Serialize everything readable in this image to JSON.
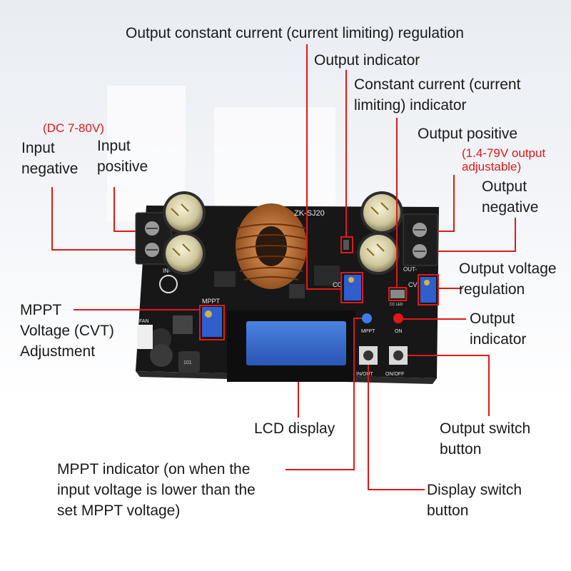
{
  "colors": {
    "callout_line": "#e01818",
    "board": "#171717",
    "lcd": "#2f63c9",
    "accent_red": "#e01818"
  },
  "board": {
    "silkscreen_model": "ZK-SJ20",
    "silk_mppt": "MPPT",
    "silk_in": "IN-",
    "silk_fan": "FAN",
    "silk_cc": "CC",
    "silk_cv": "CV",
    "silk_out": "OUT-",
    "silk_cc_led": "CC LED",
    "silk_btn_mppt": "MPPT",
    "silk_btn_on": "ON",
    "silk_in_out": "IN/OUT",
    "silk_on_off": "ON/OFF"
  },
  "labels": {
    "output_cc_regulation": "Output constant current (current limiting) regulation",
    "output_indicator_top": "Output indicator",
    "cc_indicator_line1": "Constant current (current",
    "cc_indicator_line2": "limiting) indicator",
    "dc_range": "(DC 7-80V)",
    "input_negative_line1": "Input",
    "input_negative_line2": "negative",
    "input_positive_line1": "Input",
    "input_positive_line2": "positive",
    "output_positive": "Output positive",
    "output_adjustable_line1": "(1.4-79V output",
    "output_adjustable_line2": "adjustable)",
    "output_negative_line1": "Output",
    "output_negative_line2": "negative",
    "output_voltage_reg_line1": "Output voltage",
    "output_voltage_reg_line2": "regulation",
    "mppt_adj_line1": "MPPT",
    "mppt_adj_line2": "Voltage (CVT)",
    "mppt_adj_line3": "Adjustment",
    "output_indicator_right_line1": "Output",
    "output_indicator_right_line2": "indicator",
    "lcd_display": "LCD display",
    "output_switch_line1": "Output switch",
    "output_switch_line2": "button",
    "mppt_indicator_line1": "MPPT indicator (on when the",
    "mppt_indicator_line2": "input voltage is lower than the",
    "mppt_indicator_line3": "set MPPT voltage)",
    "display_switch_line1": "Display switch",
    "display_switch_line2": "button"
  }
}
